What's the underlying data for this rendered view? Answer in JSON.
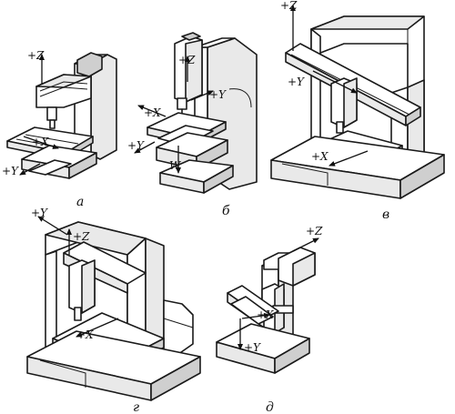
{
  "diagrams": [
    {
      "caption": "а",
      "axes": [
        "+Z",
        "+X",
        "+Y"
      ]
    },
    {
      "caption": "б",
      "axes": [
        "+Z",
        "+X",
        "+Y",
        "+Y",
        "W"
      ]
    },
    {
      "caption": "в",
      "axes": [
        "+Z",
        "+Y",
        "+X"
      ]
    },
    {
      "caption": "г",
      "axes": [
        "+Y",
        "+Z",
        "+X"
      ]
    },
    {
      "caption": "д",
      "axes": [
        "+Z",
        "+X",
        "+Y"
      ]
    }
  ]
}
